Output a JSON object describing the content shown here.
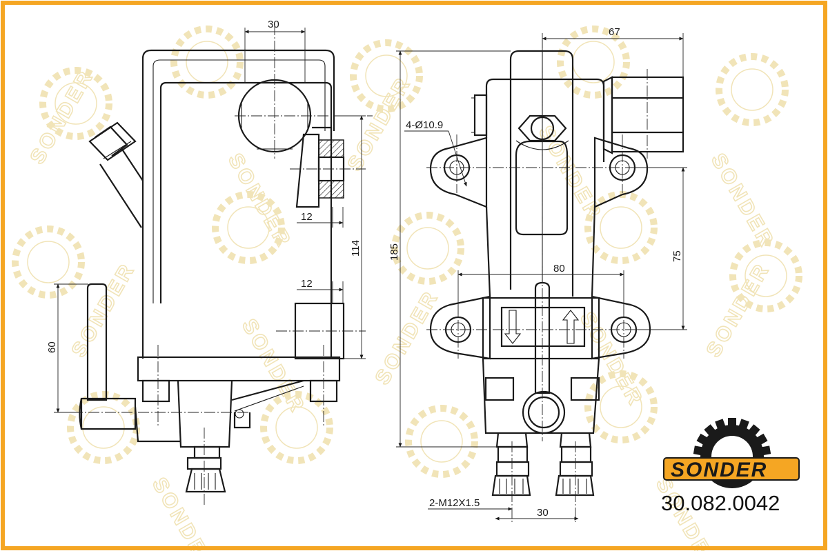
{
  "brand": {
    "name": "SONDER",
    "part_number": "30.082.0042",
    "accent_color": "#f5a623",
    "watermark_color": "#f1e4b8"
  },
  "dimensions": {
    "top_30": "30",
    "top_67": "67",
    "hole_callout": "4-Ø10.9",
    "d12_upper": "12",
    "d12_lower": "12",
    "d114": "114",
    "d185": "185",
    "d80": "80",
    "d75": "75",
    "d60": "60",
    "thread_callout": "2-M12X1.5",
    "bottom_30": "30"
  },
  "icons": [
    "gear-logo-icon",
    "arrow-down-icon",
    "arrow-up-icon"
  ]
}
